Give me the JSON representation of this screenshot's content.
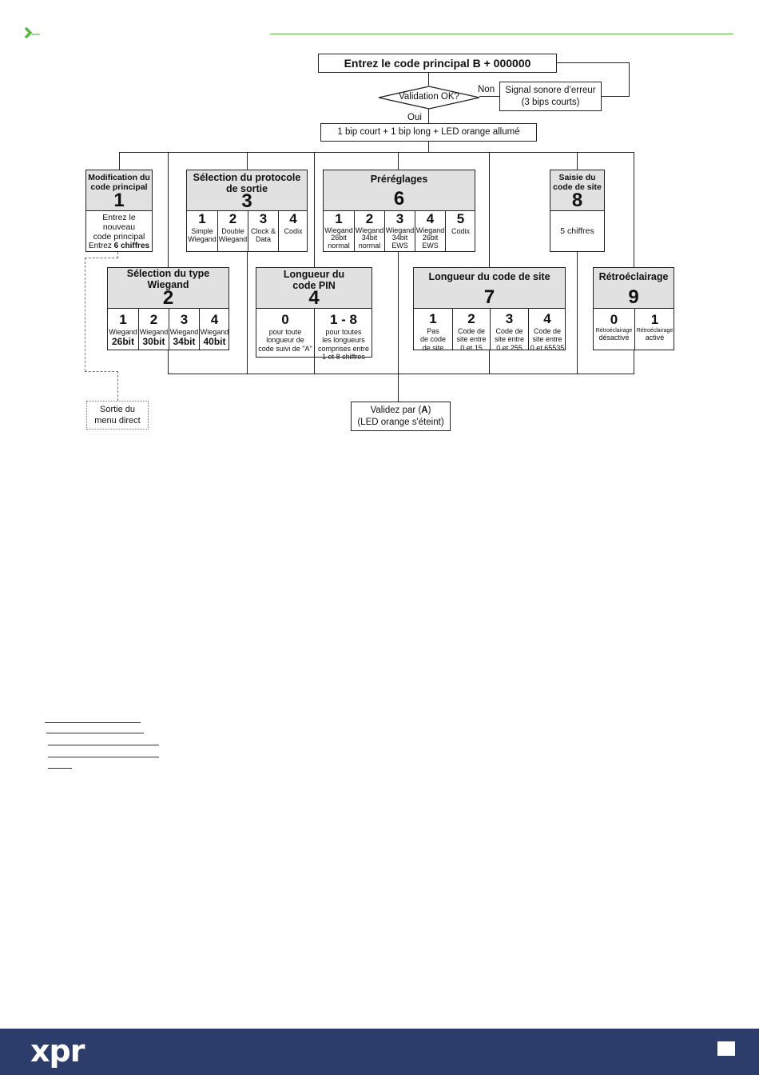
{
  "colors": {
    "accent": "#5ab546",
    "footer": "#2c3d6b",
    "header_fill": "#e1e1e1"
  },
  "top": {
    "enter_code": "Entrez le code principal   B + 000000",
    "validation": "Validation OK?",
    "non": "Non",
    "error_signal_1": "Signal sonore d’erreur",
    "error_signal_2": "(3 bips courts)",
    "oui": "Oui",
    "beep": "1 bip court + 1 bip long + LED orange allumé"
  },
  "menu1": {
    "title_1": "Modification du",
    "title_2": "code principal",
    "number": "1",
    "body_1": "Entrez le",
    "body_2": "nouveau",
    "body_3": "code principal",
    "body_4a": "Entrez ",
    "body_4b": "6 chiffres"
  },
  "menu3": {
    "title_1": "Sélection du protocole",
    "title_2": "de sortie",
    "number": "3",
    "options": [
      {
        "n": "1",
        "l1": "Simple",
        "l2": "Wiegand"
      },
      {
        "n": "2",
        "l1": "Double",
        "l2": "Wiegand"
      },
      {
        "n": "3",
        "l1": "Clock &",
        "l2": "Data"
      },
      {
        "n": "4",
        "l1": "Codix",
        "l2": ""
      }
    ]
  },
  "menu6": {
    "title": "Préréglages",
    "number": "6",
    "options": [
      {
        "n": "1",
        "l1": "Wiegand",
        "l2": "26bit",
        "l3": "normal"
      },
      {
        "n": "2",
        "l1": "Wiegand",
        "l2": "34bit",
        "l3": "normal"
      },
      {
        "n": "3",
        "l1": "Wiegand",
        "l2": "34bit",
        "l3": "EWS"
      },
      {
        "n": "4",
        "l1": "Wiegand",
        "l2": "26bit",
        "l3": "EWS"
      },
      {
        "n": "5",
        "l1": "Codix",
        "l2": "",
        "l3": ""
      }
    ]
  },
  "menu8": {
    "title_1": "Saisie du",
    "title_2": "code de site",
    "number": "8",
    "body": "5 chiffres"
  },
  "menu2": {
    "title_1": "Sélection du type",
    "title_2": "Wiegand",
    "number": "2",
    "options": [
      {
        "n": "1",
        "l1": "Wiegand",
        "l2": "26bit"
      },
      {
        "n": "2",
        "l1": "Wiegand",
        "l2": "30bit"
      },
      {
        "n": "3",
        "l1": "Wiegand",
        "l2": "34bit"
      },
      {
        "n": "4",
        "l1": "Wiegand",
        "l2": "40bit"
      }
    ]
  },
  "menu4": {
    "title_1": "Longueur du",
    "title_2": "code PIN",
    "number": "4",
    "options": [
      {
        "n": "0",
        "l1": "pour toute",
        "l2": "longueur de",
        "l3": "code suivi de \"A\"",
        "l4": ""
      },
      {
        "n": "1 - 8",
        "l1": "pour toutes",
        "l2": "les longueurs",
        "l3": "comprises entre",
        "l4": "1 et 8 chiffres"
      }
    ]
  },
  "menu7": {
    "title": "Longueur du code de site",
    "number": "7",
    "options": [
      {
        "n": "1",
        "l1": "Pas",
        "l2": "de code",
        "l3": "de site"
      },
      {
        "n": "2",
        "l1": "Code de",
        "l2": "site entre",
        "l3": "0 et 15"
      },
      {
        "n": "3",
        "l1": "Code de",
        "l2": "site entre",
        "l3": "0 et 255"
      },
      {
        "n": "4",
        "l1": "Code de",
        "l2": "site entre",
        "l3": "0 et 65535"
      }
    ]
  },
  "menu9": {
    "title": "Rétroéclairage",
    "number": "9",
    "options": [
      {
        "n": "0",
        "l1": "Rétroéclairage",
        "l2": "désactivé"
      },
      {
        "n": "1",
        "l1": "Rétroéclairage",
        "l2": "activé"
      }
    ]
  },
  "exit": {
    "l1": "Sortie du",
    "l2": "menu direct"
  },
  "validate": {
    "l1a": "Validez par (",
    "l1b": "A",
    "l1c": ")",
    "l2": "(LED orange s'éteint)"
  },
  "footer": {
    "logo": "xpr"
  }
}
